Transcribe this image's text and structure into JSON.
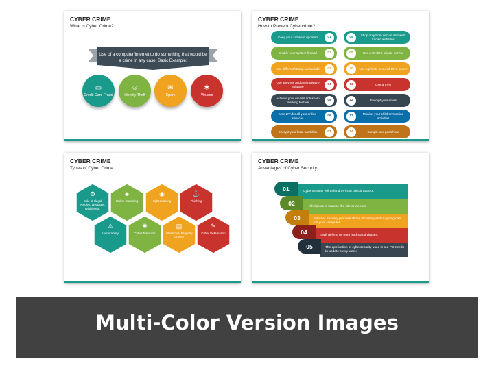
{
  "colors": {
    "teal": "#1a9a8b",
    "green": "#7fb342",
    "orange": "#f0a31e",
    "red": "#c8332e",
    "dark": "#384652",
    "blue": "#0a6fa8",
    "brown": "#c0741a",
    "darkred": "#9b2a25",
    "banner": "#414141"
  },
  "slide1": {
    "title": "CYBER CRIME",
    "subtitle": "What is Cyber Crime?",
    "ribbon_text": "Use of a computer/internet to do something that would be a crime in any case. Basic Example:",
    "items": [
      {
        "label": "Credit Card Fraud",
        "icon": "credit-card-icon",
        "glyph": "▭"
      },
      {
        "label": "Identity Theft",
        "icon": "identity-icon",
        "glyph": "☺"
      },
      {
        "label": "Spam",
        "icon": "spam-icon",
        "glyph": "✉"
      },
      {
        "label": "Viruses",
        "icon": "virus-icon",
        "glyph": "✱"
      }
    ]
  },
  "slide2": {
    "title": "CYBER CRIME",
    "subtitle": "How to Prevent Cybercrime?",
    "left": [
      {
        "num": "01",
        "text": "Keep your software updated"
      },
      {
        "num": "02",
        "text": "Enable your system firewall"
      },
      {
        "num": "03",
        "text": "Use different/strong passwords"
      },
      {
        "num": "04",
        "text": "Use antivirus and anti-malware software"
      },
      {
        "num": "05",
        "text": "Activate your email's anti-spam blocking feature"
      },
      {
        "num": "06",
        "text": "Use 2FA for all your online services"
      },
      {
        "num": "07",
        "text": "Encrypt your local hard disk"
      }
    ],
    "right": [
      {
        "num": "08",
        "text": "Shop only from secure and well-known websites"
      },
      {
        "num": "09",
        "text": "Use a WHOIS private service"
      },
      {
        "num": "10",
        "text": "Use a private-secured DNS server"
      },
      {
        "num": "11",
        "text": "Use a VPN"
      },
      {
        "num": "12",
        "text": "Encrypt your email"
      },
      {
        "num": "13",
        "text": "Monitor your children's online activities"
      },
      {
        "num": "14",
        "text": "Sample text goes here"
      }
    ]
  },
  "slide3": {
    "title": "CYBER CRIME",
    "subtitle": "Types of Cyber Crime",
    "hexes": [
      {
        "label": "Sale of Illegal Articles, Weapons, Wildlife,etc.",
        "glyph": "⚙"
      },
      {
        "label": "Online Gambling",
        "glyph": "♣"
      },
      {
        "label": "Cyberstalking",
        "glyph": "◉"
      },
      {
        "label": "Phishing",
        "glyph": "⚓"
      },
      {
        "label": "Vulnerability",
        "glyph": "⚠"
      },
      {
        "label": "Cyber Terrorism",
        "glyph": "✺"
      },
      {
        "label": "Intellectual Property Crimes",
        "glyph": "▤"
      },
      {
        "label": "Cyber Defamation",
        "glyph": "✎"
      }
    ]
  },
  "slide4": {
    "title": "CYBER CRIME",
    "subtitle": "Advantages of Cyber Security",
    "rows": [
      {
        "num": "01",
        "text": "Cybersecurity will defend us from critical attacks."
      },
      {
        "num": "02",
        "text": "It helps us to browse the site or website"
      },
      {
        "num": "03",
        "text": "Internet Security process all the incoming and outgoing data on your computer"
      },
      {
        "num": "04",
        "text": "It will defend us from hacks and viruses."
      },
      {
        "num": "05",
        "text": "The application of cybersecurity used in our PC needs to update every week."
      }
    ]
  },
  "banner": {
    "title": "Multi-Color Version Images"
  }
}
